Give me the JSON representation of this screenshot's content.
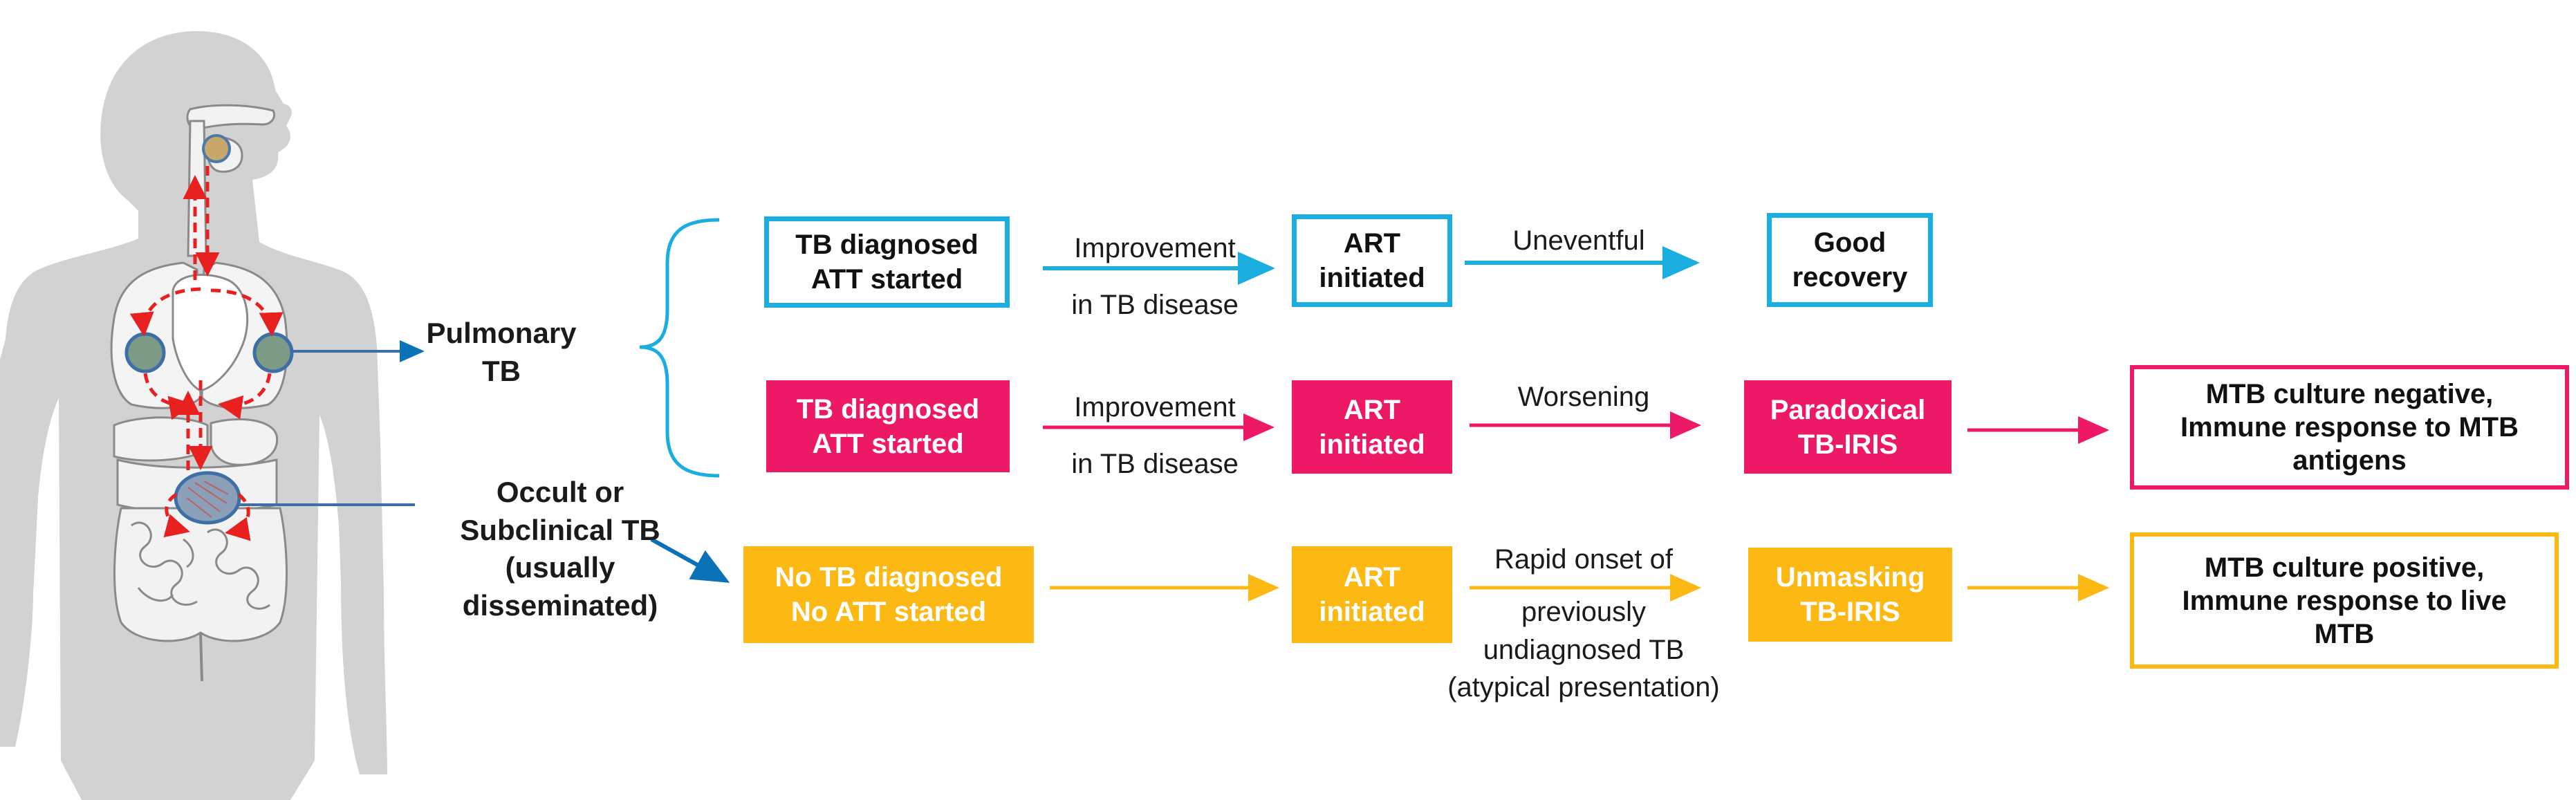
{
  "colors": {
    "blue": "#1aaee0",
    "pink": "#ee1966",
    "yellow": "#fdb913",
    "body_gray": "#d2d2d2",
    "organ_gray": "#e8e8e8",
    "dark_blue": "#0c72b8",
    "red_dash": "#e8201f"
  },
  "icons": [
    "human-body-anatomy-icon"
  ],
  "sources": {
    "pulmonary": [
      "Pulmonary",
      "TB"
    ],
    "occult": [
      "Occult or",
      "Subclinical TB",
      "(usually disseminated)"
    ]
  },
  "rows": {
    "blue": {
      "start_box": [
        "TB diagnosed",
        "ATT started"
      ],
      "arrow1_label": [
        "Improvement",
        "in TB disease"
      ],
      "art_box": [
        "ART",
        "initiated"
      ],
      "arrow2_label": [
        "Uneventful"
      ],
      "end_box": [
        "Good",
        "recovery"
      ]
    },
    "pink": {
      "start_box": [
        "TB diagnosed",
        "ATT started"
      ],
      "arrow1_label": [
        "Improvement",
        "in TB disease"
      ],
      "art_box": [
        "ART",
        "initiated"
      ],
      "arrow2_label": [
        "Worsening"
      ],
      "iris_box": [
        "Paradoxical",
        "TB-IRIS"
      ],
      "outcome_box": [
        "MTB culture negative,",
        "Immune response to MTB",
        "antigens"
      ]
    },
    "yellow": {
      "start_box": [
        "No TB diagnosed",
        "No ATT started"
      ],
      "art_box": [
        "ART",
        "initiated"
      ],
      "arrow2_label": [
        "Rapid onset of",
        "previously",
        "undiagnosed TB",
        "(atypical presentation)"
      ],
      "iris_box": [
        "Unmasking",
        "TB-IRIS"
      ],
      "outcome_box": [
        "MTB culture positive,",
        "Immune response to live",
        "MTB"
      ]
    }
  }
}
